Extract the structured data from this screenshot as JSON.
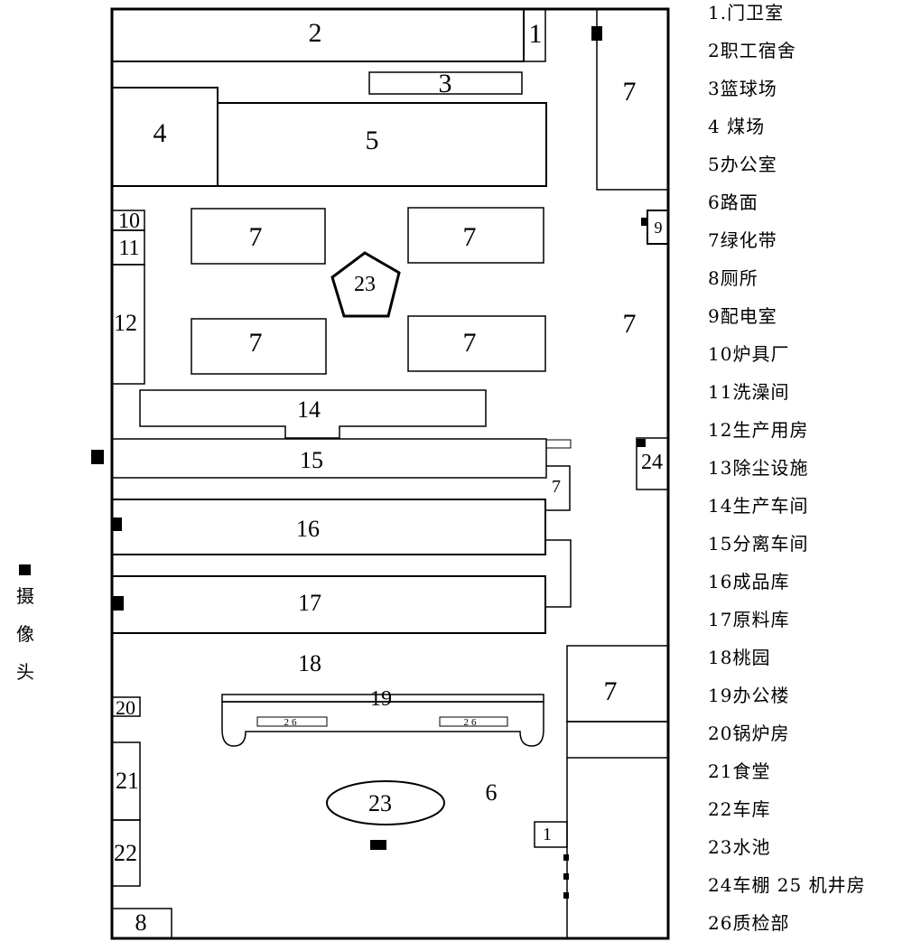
{
  "regions": {
    "gatehouse_top": "1",
    "dormitory": "2",
    "basketball_court": "3",
    "coal_yard": "4",
    "office": "5",
    "green_top_right": "7",
    "green_block_a": "7",
    "green_block_b": "7",
    "green_block_c": "7",
    "green_block_d": "7",
    "green_right_middle": "7",
    "green_small": "7",
    "green_bottom_right": "7",
    "pentagon_pool": "23",
    "power_room": "9",
    "stove_factory": "10",
    "bathhouse": "11",
    "production_house": "12",
    "production_workshop": "14",
    "separation_workshop": "15",
    "finished_goods_store": "16",
    "raw_material_store": "17",
    "peach_garden": "18",
    "office_building": "19",
    "quality_left": "26",
    "quality_right": "26",
    "bike_shed": "24",
    "boiler_room": "20",
    "canteen": "21",
    "garage": "22",
    "oval_pool": "23",
    "road": "6",
    "gatehouse_bottom": "1",
    "toilet": "8"
  },
  "legend": [
    "1.门卫室",
    "2职工宿舍",
    "3篮球场",
    "4 煤场",
    "5办公室",
    "6路面",
    "7绿化带",
    "8厕所",
    "9配电室",
    "10炉具厂",
    "11洗澡间",
    "12生产用房",
    "13除尘设施",
    "14生产车间",
    "15分离车间",
    "16成品库",
    "17原料库",
    "18桃园",
    "19办公楼",
    "20锅炉房",
    "21食堂",
    "22车库",
    "23水池",
    "24车棚   25 机井房",
    "26质检部"
  ],
  "camera_legend": {
    "chars": [
      "摄",
      "像",
      "头"
    ]
  }
}
